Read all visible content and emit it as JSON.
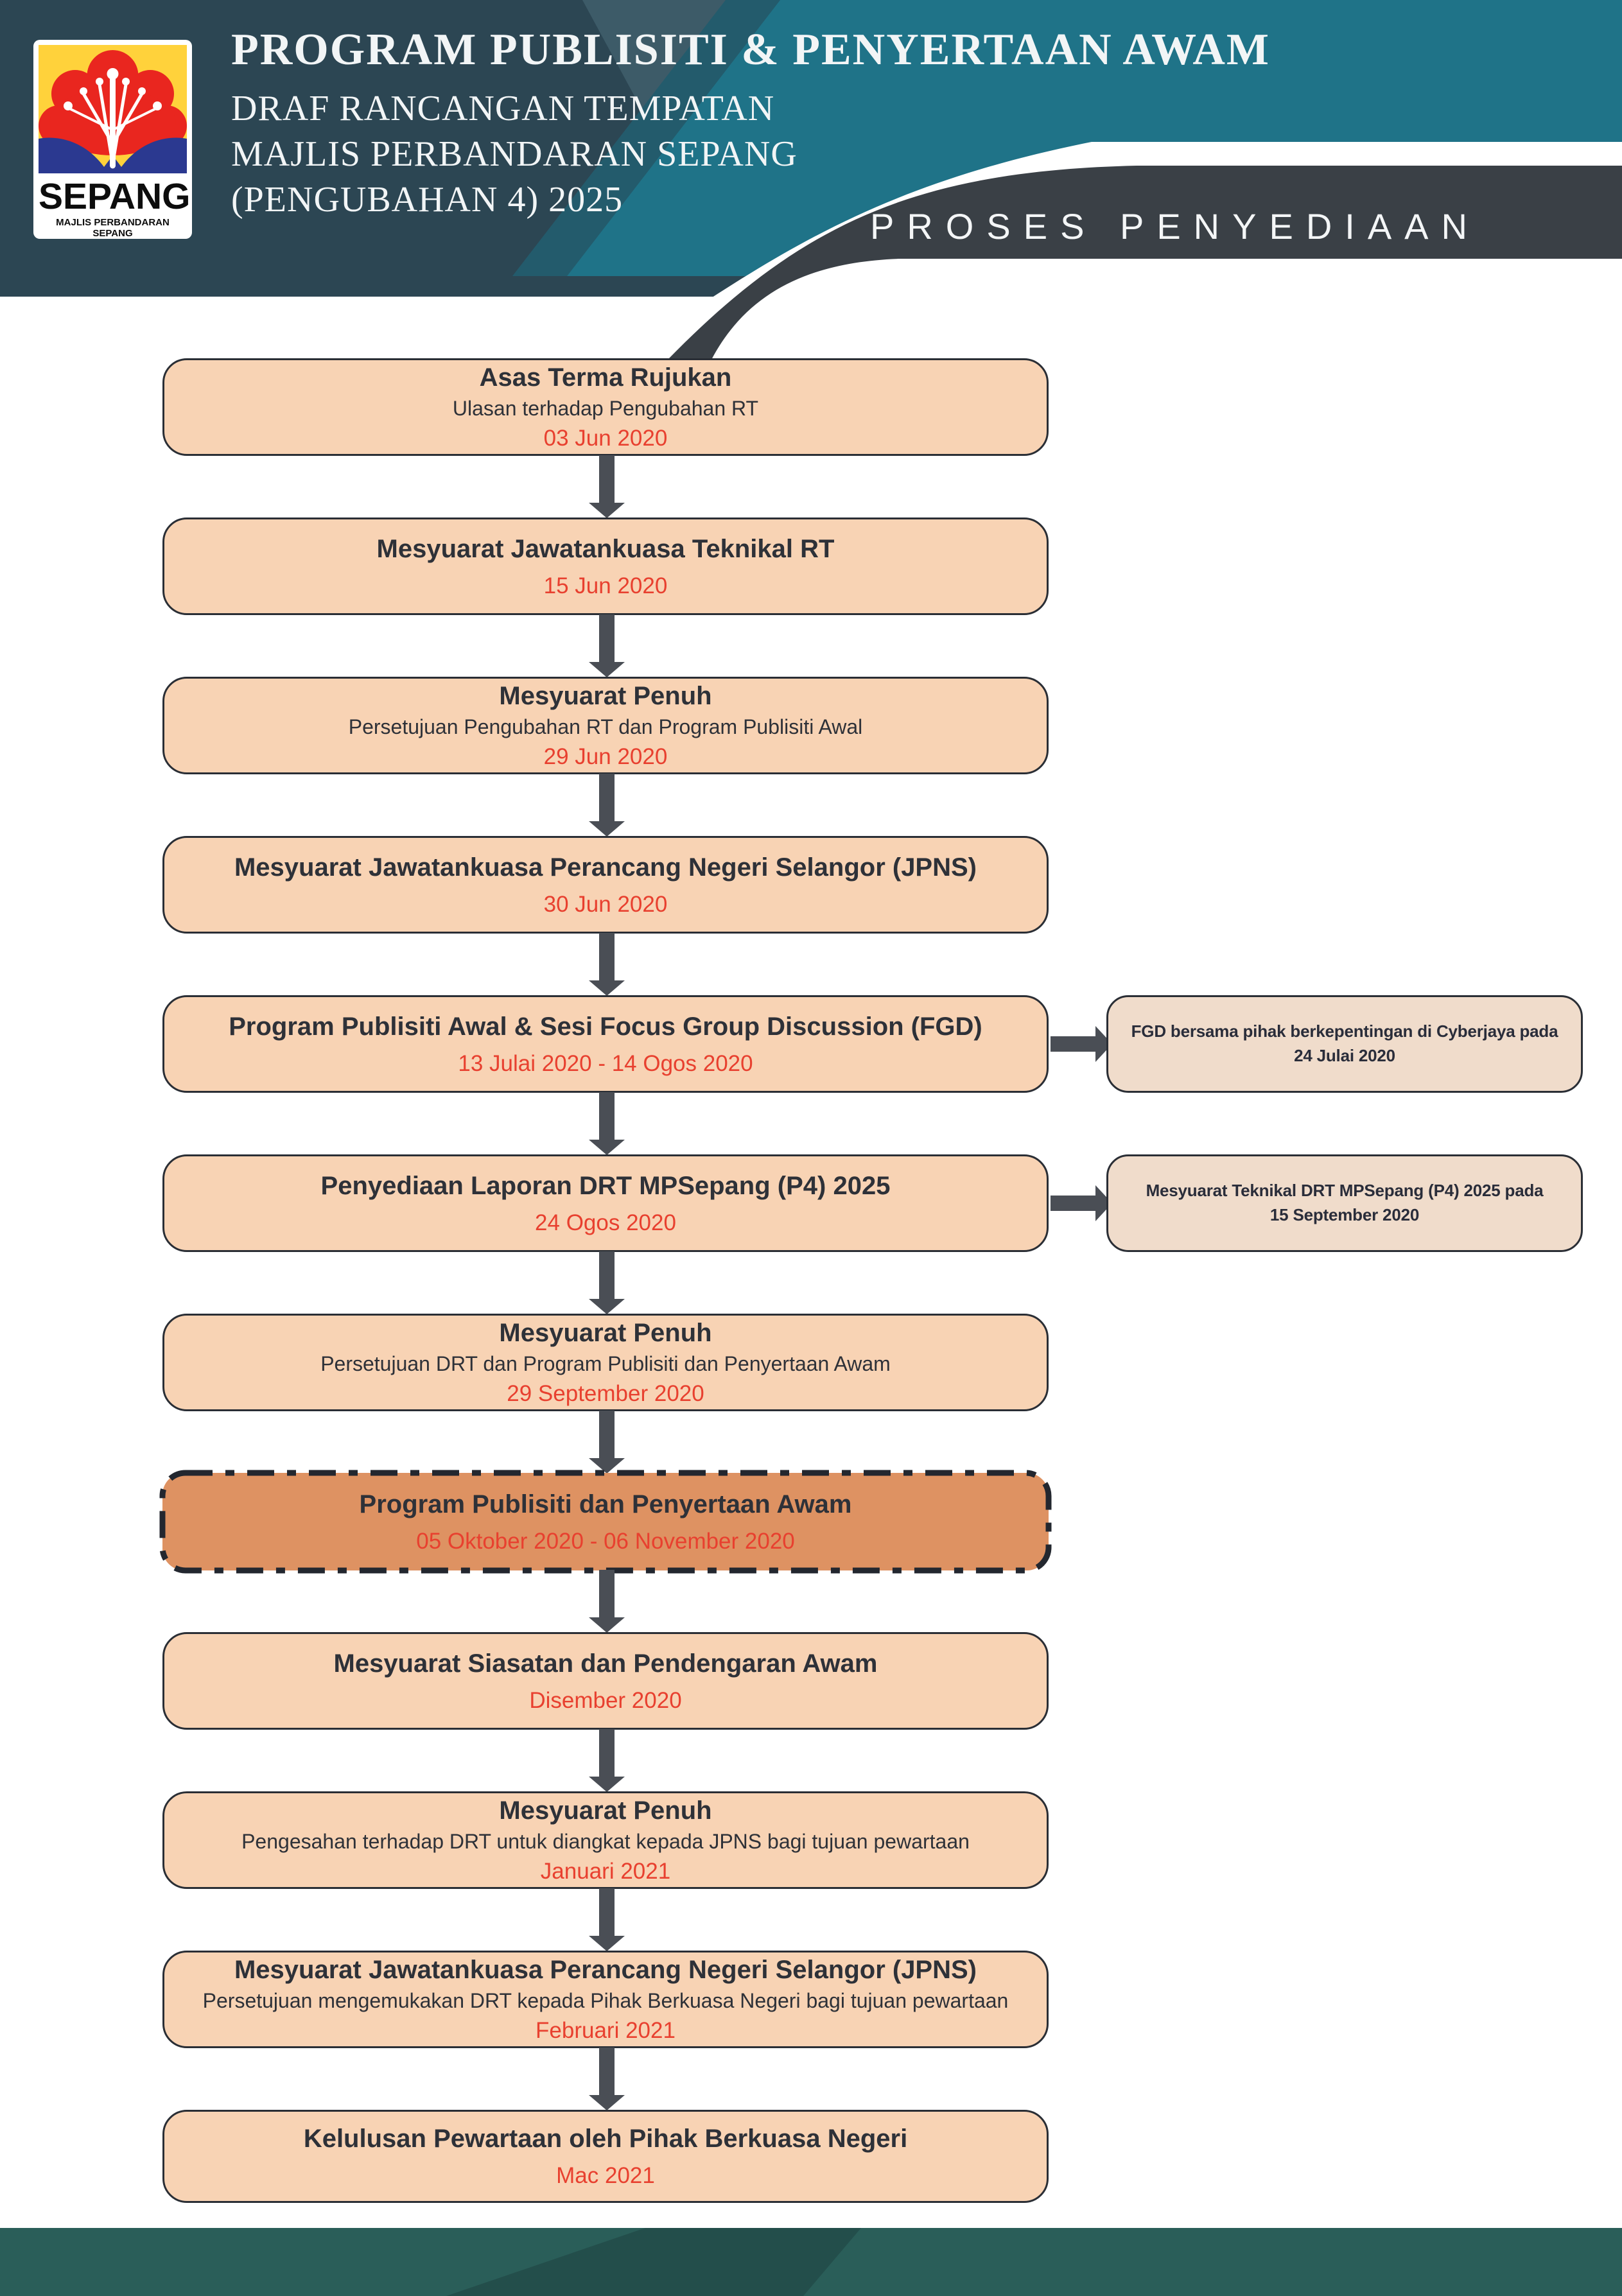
{
  "header": {
    "title": "PROGRAM PUBLISITI & PENYERTAAN AWAM",
    "subtitle_lines": [
      "DRAF RANCANGAN TEMPATAN",
      "MAJLIS PERBANDARAN SEPANG",
      "(PENGUBAHAN 4) 2025"
    ],
    "ribbon_label": "PROSES PENYEDIAAN",
    "logo": {
      "name": "SEPANG",
      "caption": "MAJLIS PERBANDARAN SEPANG"
    }
  },
  "flow": {
    "boxes": [
      {
        "title": "Asas Terma Rujukan",
        "subtitle": "Ulasan terhadap Pengubahan RT",
        "date": "03 Jun 2020"
      },
      {
        "title": "Mesyuarat Jawatankuasa Teknikal RT",
        "date": "15 Jun 2020"
      },
      {
        "title": "Mesyuarat Penuh",
        "subtitle": "Persetujuan Pengubahan RT dan Program Publisiti Awal",
        "date": "29 Jun 2020"
      },
      {
        "title": "Mesyuarat Jawatankuasa Perancang Negeri Selangor (JPNS)",
        "date": "30 Jun 2020"
      },
      {
        "title": "Program Publisiti Awal & Sesi Focus Group Discussion (FGD)",
        "date": "13 Julai 2020 - 14 Ogos 2020"
      },
      {
        "title": "Penyediaan Laporan DRT MPSepang (P4) 2025",
        "date": "24 Ogos 2020"
      },
      {
        "title": "Mesyuarat Penuh",
        "subtitle": "Persetujuan DRT dan Program Publisiti dan Penyertaan Awam",
        "date": "29 September 2020"
      },
      {
        "title": "Program Publisiti dan Penyertaan Awam",
        "date": "05 Oktober 2020 - 06 November 2020",
        "highlighted": true
      },
      {
        "title": "Mesyuarat Siasatan dan Pendengaran Awam",
        "date": "Disember 2020"
      },
      {
        "title": "Mesyuarat Penuh",
        "subtitle": "Pengesahan terhadap DRT untuk diangkat kepada JPNS bagi tujuan pewartaan",
        "date": "Januari 2021"
      },
      {
        "title": "Mesyuarat Jawatankuasa Perancang Negeri Selangor (JPNS)",
        "subtitle": "Persetujuan mengemukakan DRT kepada Pihak Berkuasa Negeri bagi tujuan pewartaan",
        "date": "Februari 2021"
      },
      {
        "title": "Kelulusan Pewartaan oleh Pihak Berkuasa Negeri",
        "date": "Mac 2021"
      }
    ],
    "side_notes": [
      {
        "line1": "FGD bersama pihak berkepentingan di Cyberjaya pada",
        "line2": "24 Julai 2020"
      },
      {
        "line1": "Mesyuarat Teknikal DRT MPSepang (P4) 2025 pada",
        "line2": "15 September 2020"
      }
    ]
  },
  "colors": {
    "header_slate": "#2C4653",
    "header_slate_light": "#3D5B68",
    "teal_bright": "#1F7388",
    "teal_dark": "#235B6C",
    "ribbon_gray": "#3A4046",
    "box_fill": "#F8D3B4",
    "box_highlight_fill": "#DE9262",
    "box_border": "#2A2E35",
    "side_note_fill": "#F0DCCB",
    "date_red": "#E8402F",
    "arrow_gray": "#4A4E55",
    "footer_teal": "#2A5E59",
    "footer_teal_dark": "#234E4B",
    "logo_yellow": "#FFD23B",
    "logo_red": "#E9261F",
    "logo_blue": "#2B3990"
  }
}
